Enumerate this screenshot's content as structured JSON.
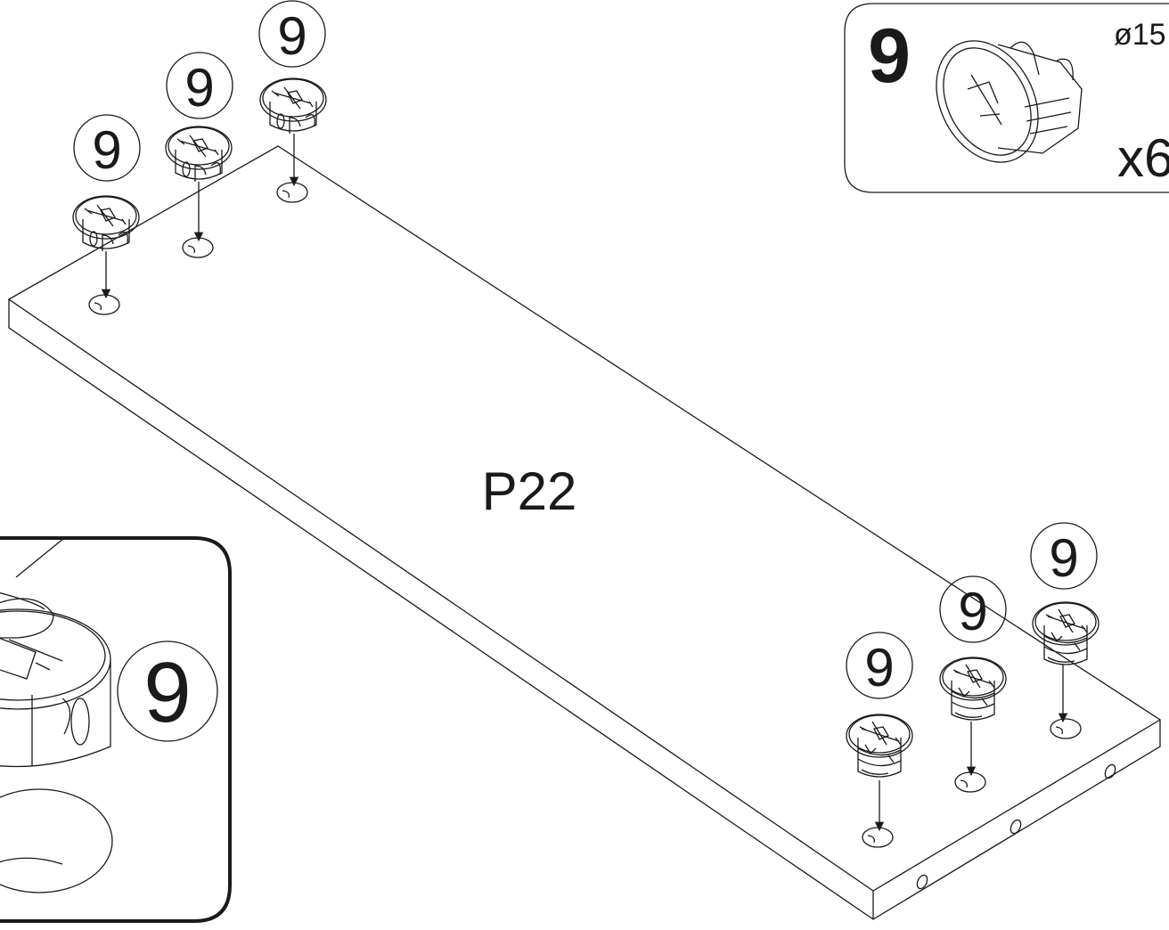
{
  "panel": {
    "label": "P22"
  },
  "legend": {
    "part_number": "9",
    "diameter": "ø15",
    "quantity": "x6"
  },
  "callout_label": "9",
  "detail": {
    "label": "9"
  }
}
